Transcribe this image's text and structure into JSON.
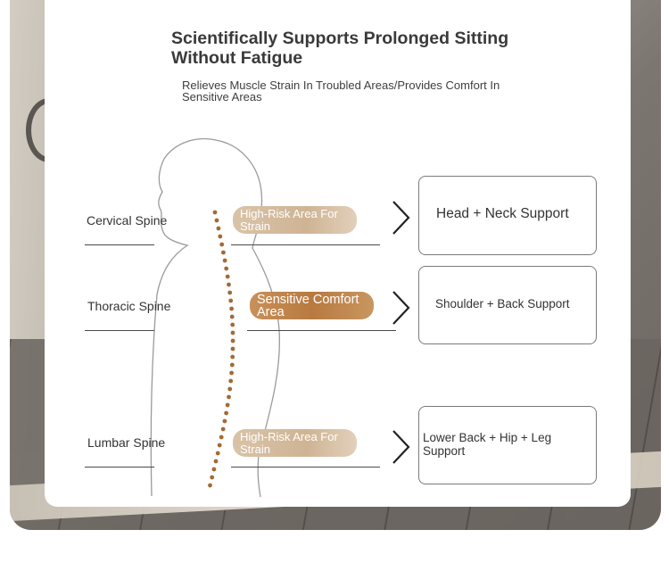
{
  "title": "Scientifically Supports Prolonged Sitting Without Fatigue",
  "subtitle": "Relieves Muscle Strain In Troubled Areas/Provides Comfort In Sensitive Areas",
  "rows": [
    {
      "region": "Cervical Spine",
      "tag": "High-Risk Area For Strain",
      "support": "Head + Neck Support"
    },
    {
      "region": "Thoracic Spine",
      "tag": "Sensitive Comfort Area",
      "support": "Shoulder + Back Support"
    },
    {
      "region": "Lumbar Spine",
      "tag": "High-Risk Area For Strain",
      "support": "Lower Back + Hip + Leg Support"
    }
  ],
  "colors": {
    "pill_light": "#d4bb9c",
    "pill_dark": "#bd8447",
    "spine_dots": "#a36a35"
  }
}
